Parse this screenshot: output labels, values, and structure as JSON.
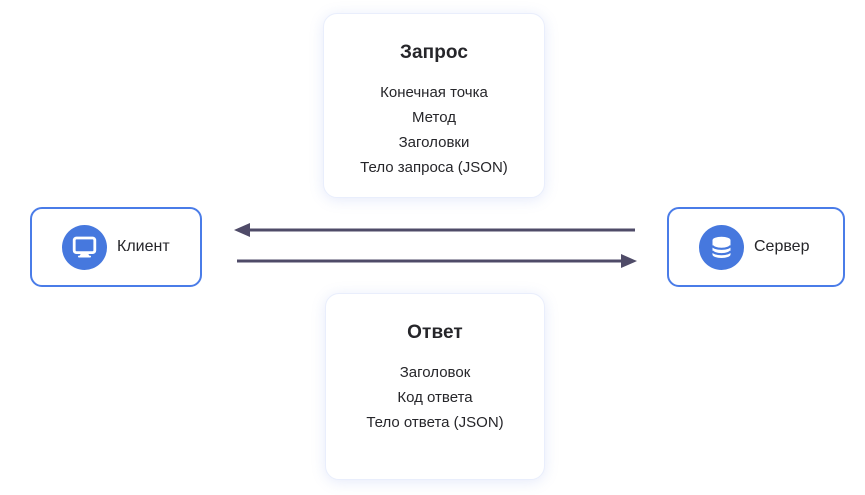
{
  "diagram": {
    "kind": "client-server request/response flow",
    "language": "ru"
  },
  "request_card": {
    "title": "Запрос",
    "items": [
      "Конечная точка",
      "Метод",
      "Заголовки",
      "Тело запроса (JSON)"
    ]
  },
  "response_card": {
    "title": "Ответ",
    "items": [
      "Заголовок",
      "Код ответа",
      "Тело ответа (JSON)"
    ]
  },
  "client_node": {
    "label": "Клиент",
    "icon": "monitor-icon"
  },
  "server_node": {
    "label": "Сервер",
    "icon": "database-icon"
  },
  "arrows": [
    {
      "name": "arrow-to-client",
      "direction": "left"
    },
    {
      "name": "arrow-to-server",
      "direction": "right"
    }
  ],
  "colors": {
    "node_border_blue": "#4a7ce8",
    "icon_circle_blue": "#4678de",
    "arrow_dark": "#4f4b68",
    "card_glow": "#e9eefc",
    "text_dark": "#26262a",
    "background": "#ffffff"
  }
}
